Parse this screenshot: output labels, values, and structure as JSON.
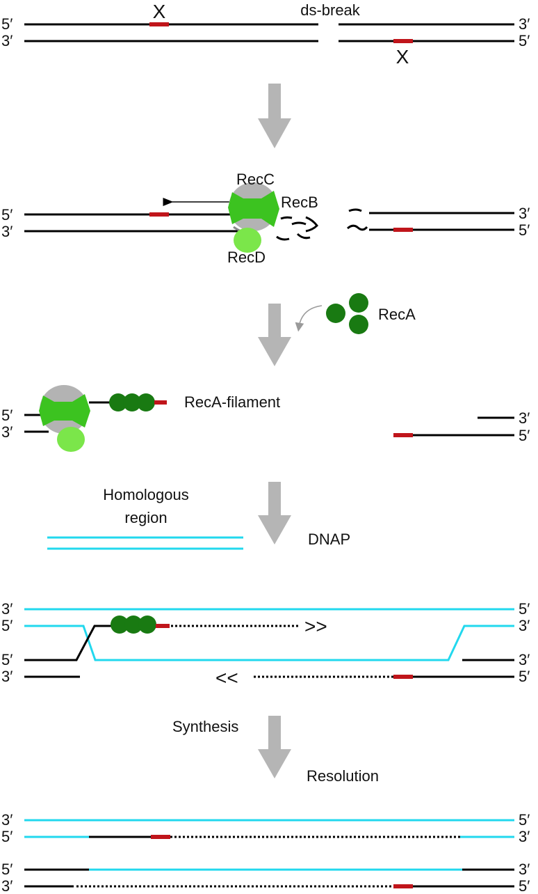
{
  "colors": {
    "dna": "#000000",
    "homolog": "#22d8ee",
    "site": "#c0151b",
    "arrow": "#b5b5b5",
    "recbcd_gray": "#b3b3b3",
    "recb_green": "#3cc320",
    "recd_green": "#7be64a",
    "reca_green": "#197a12"
  },
  "labels": {
    "ds_break": "ds-break",
    "mark": "X",
    "recc": "RecC",
    "recb": "RecB",
    "recd": "RecD",
    "reca": "RecA",
    "reca_filament": "RecA-filament",
    "homologous_region_1": "Homologous",
    "homologous_region_2": "region",
    "dnap": "DNAP",
    "forward_marks": ">>",
    "backward_marks": "<<",
    "synthesis": "Synthesis",
    "resolution": "Resolution"
  },
  "ends": {
    "five": "5′",
    "three": "3′"
  },
  "icons": {
    "step_arrow": "down-arrow-icon",
    "curved_arrow": "curved-arrow-icon",
    "thin_arrow": "left-arrow-icon"
  }
}
